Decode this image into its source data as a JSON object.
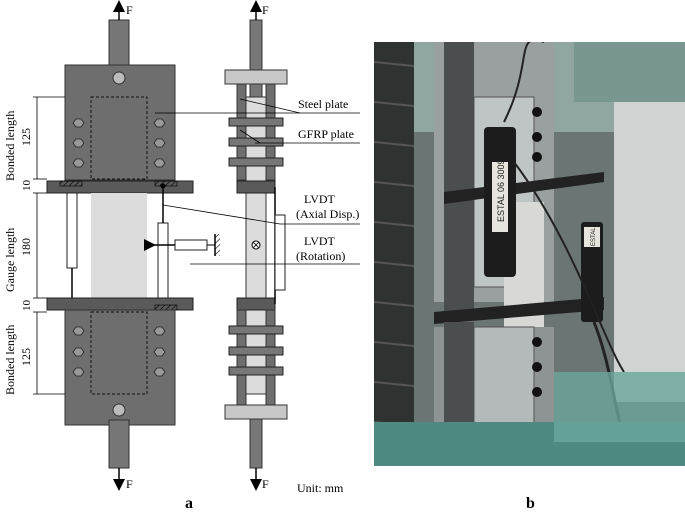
{
  "force": "F",
  "labels": {
    "steel_plate": "Steel plate",
    "gfrp_plate": "GFRP plate",
    "lvdt_axial_1": "LVDT",
    "lvdt_axial_2": "(Axial Disp.)",
    "lvdt_rot_1": "LVDT",
    "lvdt_rot_2": "(Rotation)",
    "unit": "Unit: mm"
  },
  "dimensions": {
    "bonded_top": "Bonded length",
    "bonded_top_value": "125",
    "gap_top": "10",
    "gauge": "Gauge length",
    "gauge_value": "180",
    "gap_bottom": "10",
    "bonded_bottom": "Bonded length",
    "bonded_bottom_value": "125"
  },
  "photo_labels": {
    "lvdt_tape": "ESTAL 06 3009",
    "lvdt_tape_2": "ESTAL"
  },
  "panels": {
    "a": "a",
    "b": "b"
  }
}
